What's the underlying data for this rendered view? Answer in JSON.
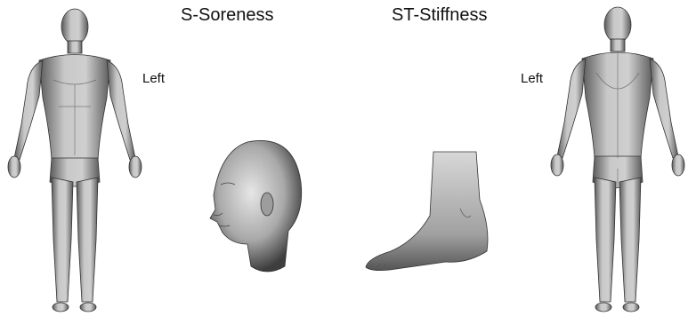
{
  "legend": {
    "soreness": "S-Soreness",
    "stiffness": "ST-Stiffness"
  },
  "side_labels": {
    "front": "Left",
    "back": "Left"
  },
  "colors": {
    "skin_light": "#e8e8e8",
    "skin_mid": "#b4b4b4",
    "skin_dark": "#4a4a4a",
    "text": "#111111"
  }
}
